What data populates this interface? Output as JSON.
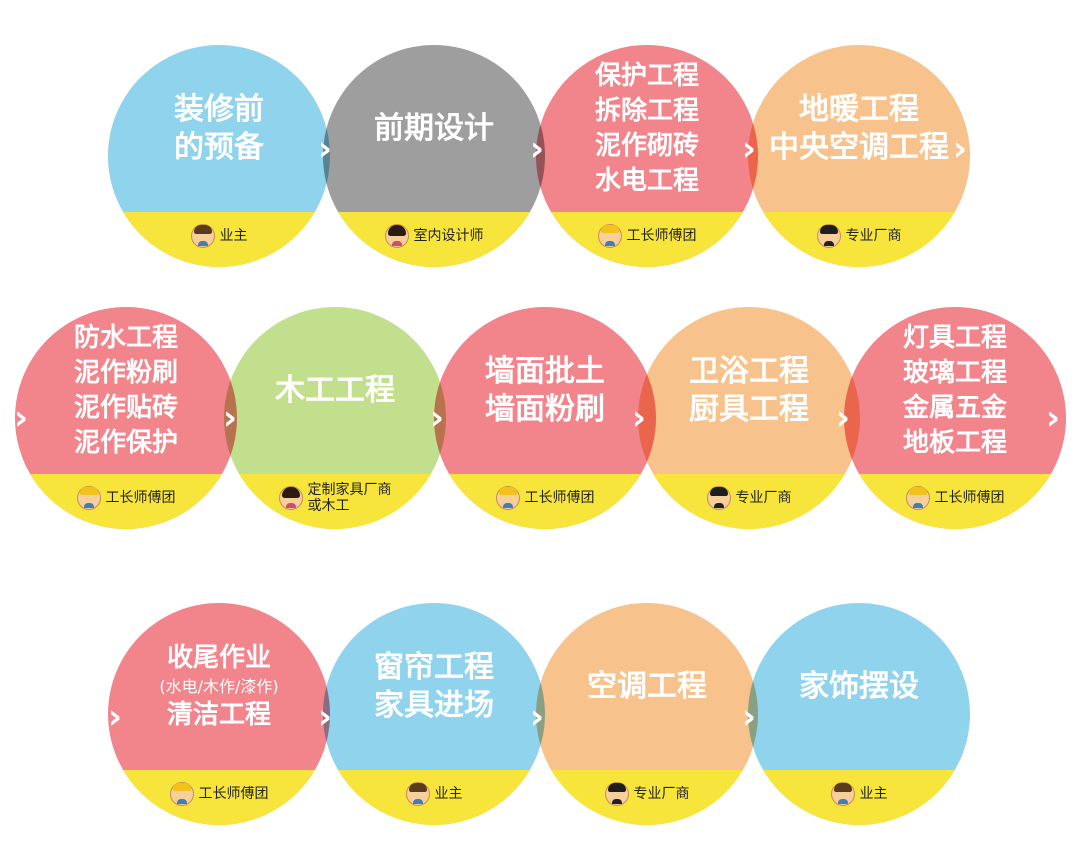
{
  "steps": [
    {
      "lines": [
        "装修前",
        "的预备"
      ],
      "role": [
        "业主"
      ],
      "color": "#8fd3ec",
      "avatar": "owner"
    },
    {
      "lines": [
        "前期设计"
      ],
      "role": [
        "室内设计师"
      ],
      "color": "#9e9e9e",
      "avatar": "designer"
    },
    {
      "lines": [
        "保护工程",
        "拆除工程",
        "泥作砌砖",
        "水电工程"
      ],
      "role": [
        "工长师傅团"
      ],
      "color": "#f2848b",
      "avatar": "worker"
    },
    {
      "lines": [
        "地暖工程",
        "中央空调工程"
      ],
      "role": [
        "专业厂商"
      ],
      "color": "#f8c28c",
      "avatar": "vendor"
    },
    {
      "lines": [
        "防水工程",
        "泥作粉刷",
        "泥作贴砖",
        "泥作保护"
      ],
      "role": [
        "工长师傅团"
      ],
      "color": "#f2848b",
      "avatar": "worker"
    },
    {
      "lines": [
        "木工工程"
      ],
      "role": [
        "定制家具厂商",
        "或木工"
      ],
      "color": "#c2df8e",
      "avatar": "designer"
    },
    {
      "lines": [
        "墙面批土",
        "墙面粉刷"
      ],
      "role": [
        "工长师傅团"
      ],
      "color": "#f2848b",
      "avatar": "worker"
    },
    {
      "lines": [
        "卫浴工程",
        "厨具工程"
      ],
      "role": [
        "专业厂商"
      ],
      "color": "#f8c28c",
      "avatar": "vendor"
    },
    {
      "lines": [
        "灯具工程",
        "玻璃工程",
        "金属五金",
        "地板工程"
      ],
      "role": [
        "工长师傅团"
      ],
      "color": "#f2848b",
      "avatar": "worker"
    },
    {
      "lines": [
        "收尾作业",
        "(水电/木作/漆作)",
        "清洁工程"
      ],
      "role": [
        "工长师傅团"
      ],
      "color": "#f2848b",
      "avatar": "worker"
    },
    {
      "lines": [
        "窗帘工程",
        "家具进场"
      ],
      "role": [
        "业主"
      ],
      "color": "#8fd3ec",
      "avatar": "owner"
    },
    {
      "lines": [
        "空调工程"
      ],
      "role": [
        "专业厂商"
      ],
      "color": "#f8c28c",
      "avatar": "vendor"
    },
    {
      "lines": [
        "家饰摆设"
      ],
      "role": [
        "业主"
      ],
      "color": "#8fd3ec",
      "avatar": "owner"
    }
  ],
  "arrow_glyph": "›",
  "band_color": "#f7e53c"
}
